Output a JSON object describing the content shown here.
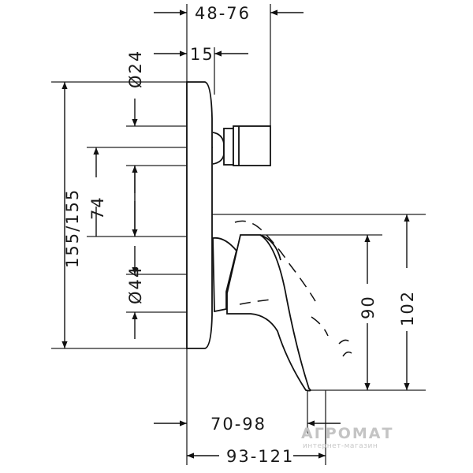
{
  "diagram": {
    "dimensions": {
      "top_width": "48-76",
      "stem_offset": "15",
      "small_diameter": "Ø24",
      "total_height": "155/155",
      "upper_offset": "74",
      "large_diameter": "Ø44",
      "spout_height": "90",
      "lever_height": "102",
      "lever_projection": "70-98",
      "total_projection": "93-121"
    },
    "watermark": {
      "brand": "АГРОМАТ",
      "tagline": "интернет-магазин"
    }
  }
}
